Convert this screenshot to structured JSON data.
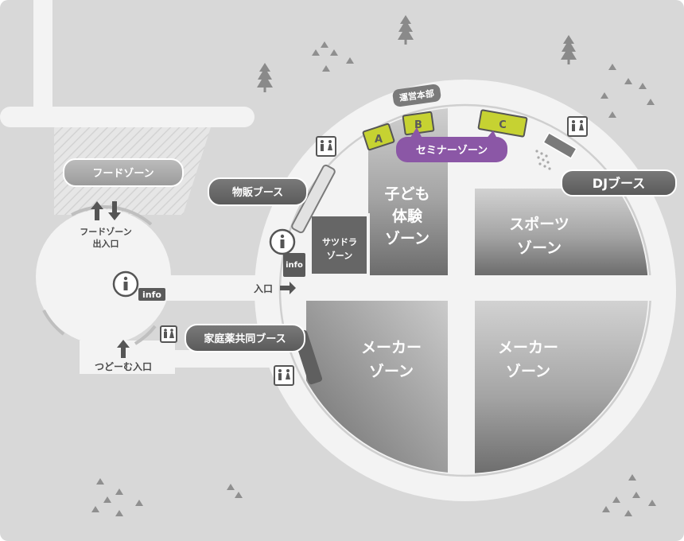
{
  "zones": {
    "kids": [
      "子ども",
      "体験",
      "ゾーン"
    ],
    "sports": [
      "スポーツ",
      "ゾーン"
    ],
    "maker_left": [
      "メーカー",
      "ゾーン"
    ],
    "maker_right": [
      "メーカー",
      "ゾーン"
    ],
    "satsudora": [
      "サツドラ",
      "ゾーン"
    ]
  },
  "labels": {
    "food_zone": "フードゾーン",
    "food_zone_entrance": [
      "フードゾーン",
      "出入口"
    ],
    "tsudome_entrance": "つどーむ入口",
    "entrance": "入口",
    "merch_booth": "物販ブース",
    "home_medicine_booth": "家庭薬共同ブース",
    "seminar_zone": "セミナーゾーン",
    "headquarters": "運営本部",
    "dj_booth": "DJブース",
    "seminar_a": "A",
    "seminar_b": "B",
    "seminar_c": "C",
    "info_left": "info",
    "info_right": "info"
  },
  "colors": {
    "background": "#d8d8d8",
    "path": "#f3f3f3",
    "zone_gradient_light": "#cfcfcf",
    "zone_gradient_dark": "#6e6e6e",
    "pill_dark": "#6a6a6a",
    "seminar_purple": "#8b57a6",
    "seminar_green": "#c6d232",
    "tree": "#8a8a8a"
  },
  "icons": {
    "restroom": "restroom-icon",
    "info": "info-icon",
    "tree": "tree-icon",
    "arrow": "arrow-icon"
  }
}
